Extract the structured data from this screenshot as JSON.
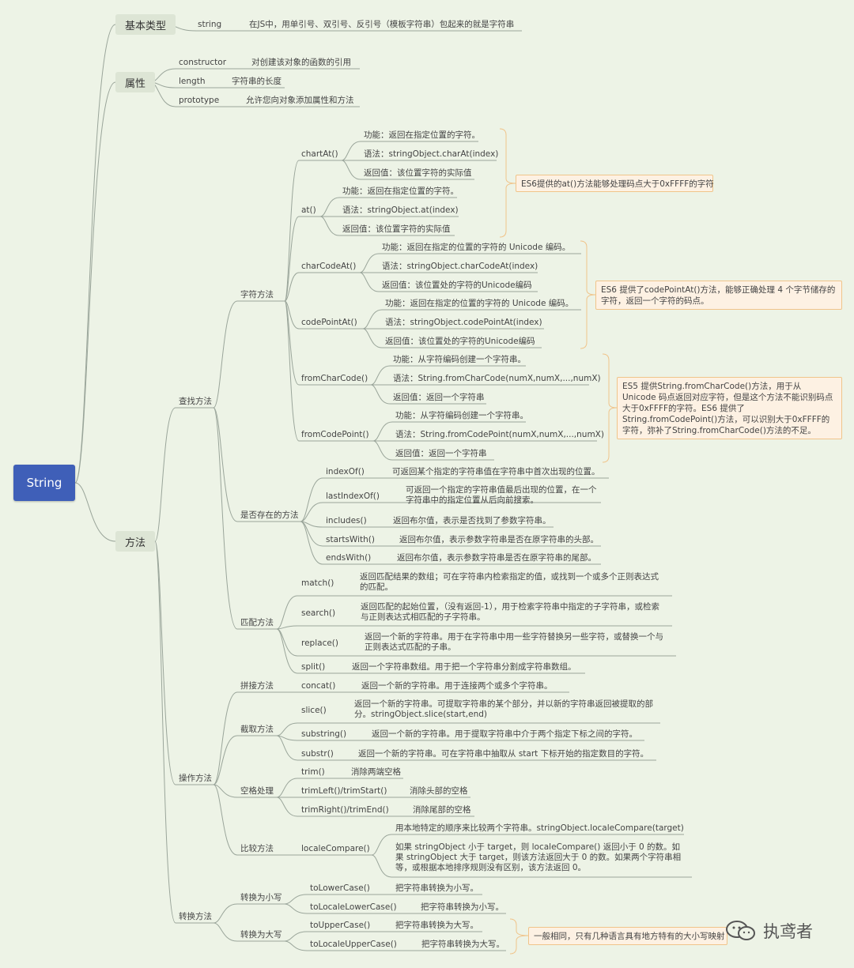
{
  "root": "String",
  "basic": {
    "title": "基本类型",
    "key": "string",
    "desc": "在JS中，用单引号、双引号、反引号（模板字符串）包起来的就是字符串"
  },
  "props": {
    "title": "属性",
    "items": [
      {
        "key": "constructor",
        "desc": "对创建该对象的函数的引用"
      },
      {
        "key": "length",
        "desc": "字符串的长度"
      },
      {
        "key": "prototype",
        "desc": "允许您向对象添加属性和方法"
      }
    ]
  },
  "methods": {
    "title": "方法",
    "find": {
      "title": "查找方法",
      "char": {
        "title": "字符方法",
        "charAt": {
          "name": "chartAt()",
          "func": "功能：返回在指定位置的字符。",
          "syntax": "语法：stringObject.charAt(index)",
          "ret": "返回值：该位置字符的实际值"
        },
        "at": {
          "name": "at()",
          "func": "功能：返回在指定位置的字符。",
          "syntax": "语法：stringObject.at(index)",
          "ret": "返回值：该位置字符的实际值"
        },
        "charCodeAt": {
          "name": "charCodeAt()",
          "func": "功能：返回在指定的位置的字符的 Unicode 编码。",
          "syntax": "语法：stringObject.charCodeAt(index)",
          "ret": "返回值：该位置处的字符的Unicode编码"
        },
        "codePointAt": {
          "name": "codePointAt()",
          "func": "功能：返回在指定的位置的字符的 Unicode 编码。",
          "syntax": "语法：stringObject.codePointAt(index)",
          "ret": "返回值：该位置处的字符的Unicode编码"
        },
        "fromCharCode": {
          "name": "fromCharCode()",
          "func": "功能：从字符编码创建一个字符串。",
          "syntax": "语法：String.fromCharCode(numX,numX,...,numX)",
          "ret": "返回值：返回一个字符串"
        },
        "fromCodePoint": {
          "name": "fromCodePoint()",
          "func": "功能：从字符编码创建一个字符串。",
          "syntax": "语法：String.fromCodePoint(numX,numX,...,numX)",
          "ret": "返回值：返回一个字符串"
        }
      },
      "exists": {
        "title": "是否存在的方法",
        "items": [
          {
            "name": "indexOf()",
            "desc": "可返回某个指定的字符串值在字符串中首次出现的位置。"
          },
          {
            "name": "lastIndexOf()",
            "desc": "可返回一个指定的字符串值最后出现的位置，在一个字符串中的指定位置从后向前搜索。"
          },
          {
            "name": "includes()",
            "desc": "返回布尔值，表示是否找到了参数字符串。"
          },
          {
            "name": "startsWith()",
            "desc": "返回布尔值，表示参数字符串是否在原字符串的头部。"
          },
          {
            "name": "endsWith()",
            "desc": "返回布尔值，表示参数字符串是否在原字符串的尾部。"
          }
        ]
      },
      "match": {
        "title": "匹配方法",
        "items": [
          {
            "name": "match()",
            "desc": "返回匹配结果的数组；可在字符串内检索指定的值，或找到一个或多个正则表达式的匹配。"
          },
          {
            "name": "search()",
            "desc": "返回匹配的起始位置，（没有返回-1），用于检索字符串中指定的子字符串，或检索与正则表达式相匹配的子字符串。"
          },
          {
            "name": "replace()",
            "desc": "返回一个新的字符串。用于在字符串中用一些字符替换另一些字符，或替换一个与正则表达式匹配的子串。"
          },
          {
            "name": "split()",
            "desc": "返回一个字符串数组。用于把一个字符串分割成字符串数组。"
          }
        ]
      }
    },
    "ops": {
      "title": "操作方法",
      "concat": {
        "title": "拼接方法",
        "name": "concat()",
        "desc": "返回一个新的字符串。用于连接两个或多个字符串。"
      },
      "slice": {
        "title": "截取方法",
        "items": [
          {
            "name": "slice()",
            "desc": "返回一个新的字符串。可提取字符串的某个部分，并以新的字符串返回被提取的部分。stringObject.slice(start,end)"
          },
          {
            "name": "substring()",
            "desc": "返回一个新的字符串。用于提取字符串中介于两个指定下标之间的字符。"
          },
          {
            "name": "substr()",
            "desc": "返回一个新的字符串。可在字符串中抽取从 start 下标开始的指定数目的字符。"
          }
        ]
      },
      "space": {
        "title": "空格处理",
        "items": [
          {
            "name": "trim()",
            "desc": "消除两端空格"
          },
          {
            "name": "trimLeft()/trimStart()",
            "desc": "消除头部的空格"
          },
          {
            "name": "trimRight()/trimEnd()",
            "desc": "消除尾部的空格"
          }
        ]
      },
      "compare": {
        "title": "比较方法",
        "name": "localeCompare()",
        "desc1": "用本地特定的顺序来比较两个字符串。stringObject.localeCompare(target)",
        "desc2": "如果 stringObject 小于 target，则 localeCompare() 返回小于 0 的数。如果 stringObject 大于 target，则该方法返回大于 0 的数。如果两个字符串相等，或根据本地排序规则没有区别，该方法返回 0。"
      }
    },
    "convert": {
      "title": "转换方法",
      "lower": {
        "title": "转换为小写",
        "items": [
          {
            "name": "toLowerCase()",
            "desc": "把字符串转换为小写。"
          },
          {
            "name": "toLocaleLowerCase()",
            "desc": "把字符串转换为小写。"
          }
        ]
      },
      "upper": {
        "title": "转换为大写",
        "items": [
          {
            "name": "toUpperCase()",
            "desc": "把字符串转换为大写。"
          },
          {
            "name": "toLocaleUpperCase()",
            "desc": "把字符串转换为大写。"
          }
        ]
      }
    }
  },
  "notes": {
    "es6at": "ES6提供的at()方法能够处理码点大于0xFFFF的字符",
    "es6codePoint": "ES6 提供了codePointAt()方法，能够正确处理 4 个字节储存的字符，返回一个字符的码点。",
    "es5fromCharCode": "ES5 提供String.fromCharCode()方法，用于从 Unicode 码点返回对应字符，但是这个方法不能识别码点大于0xFFFF的字符。ES6 提供了String.fromCodePoint()方法，可以识别大于0xFFFF的字符，弥补了String.fromCharCode()方法的不足。",
    "locale": "一般相同，只有几种语言具有地方特有的大小写映射"
  },
  "logo": {
    "text": "执鸢者"
  },
  "colors": {
    "root": "#3f5fb8",
    "note_bg": "#fdf1e3",
    "note_border": "#f0c48a",
    "line": "#9aa59a",
    "bg": "#edf3e6"
  }
}
